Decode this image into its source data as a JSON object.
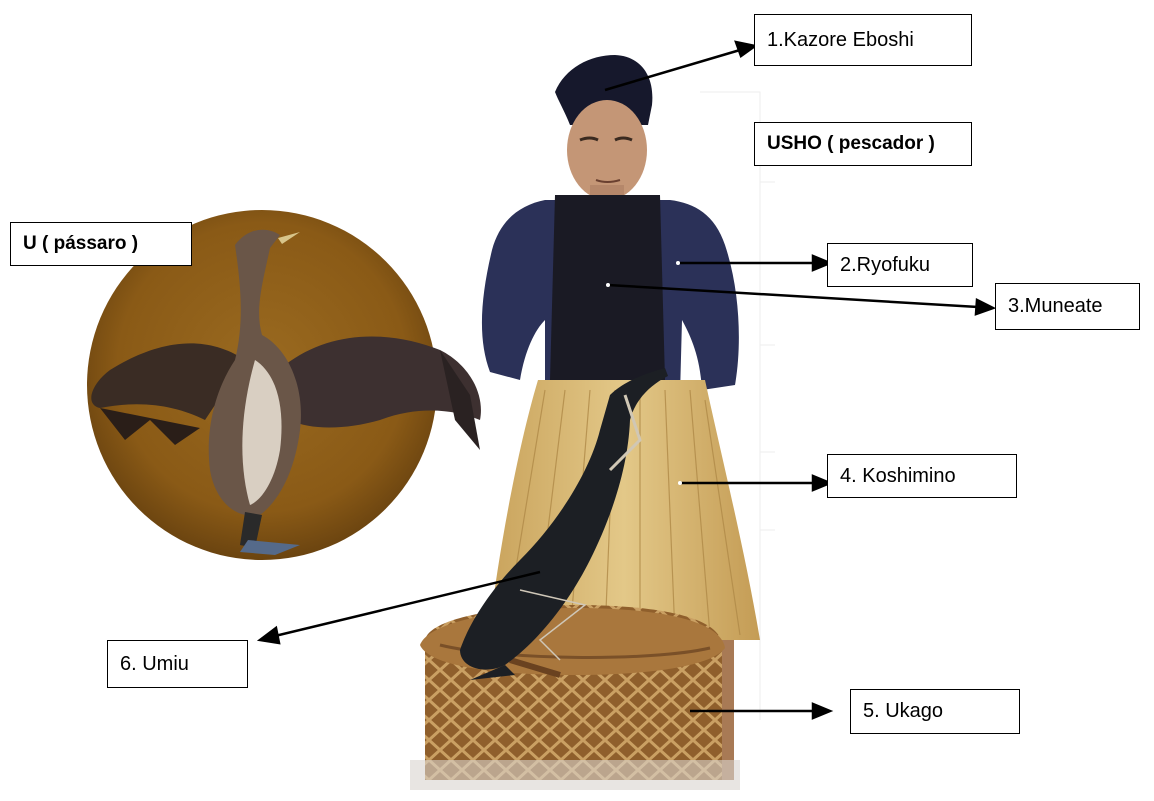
{
  "labels": {
    "kazore_eboshi": "1.Kazore Eboshi",
    "usho": "USHO ( pescador )",
    "u_bird": "U ( pássaro )",
    "ryofuku": "2.Ryofuku",
    "muneate": "3.Muneate",
    "koshimino": "4. Koshimino",
    "ukago": "5. Ukago",
    "umiu": "6. Umiu"
  },
  "colors": {
    "disc": "#8a5a16",
    "disc_dark": "#5e3a0a",
    "jacket": "#2b3158",
    "skirt": "#d8b774",
    "basket": "#a9773d",
    "bird": "#1c1f24",
    "skin": "#c49676"
  }
}
